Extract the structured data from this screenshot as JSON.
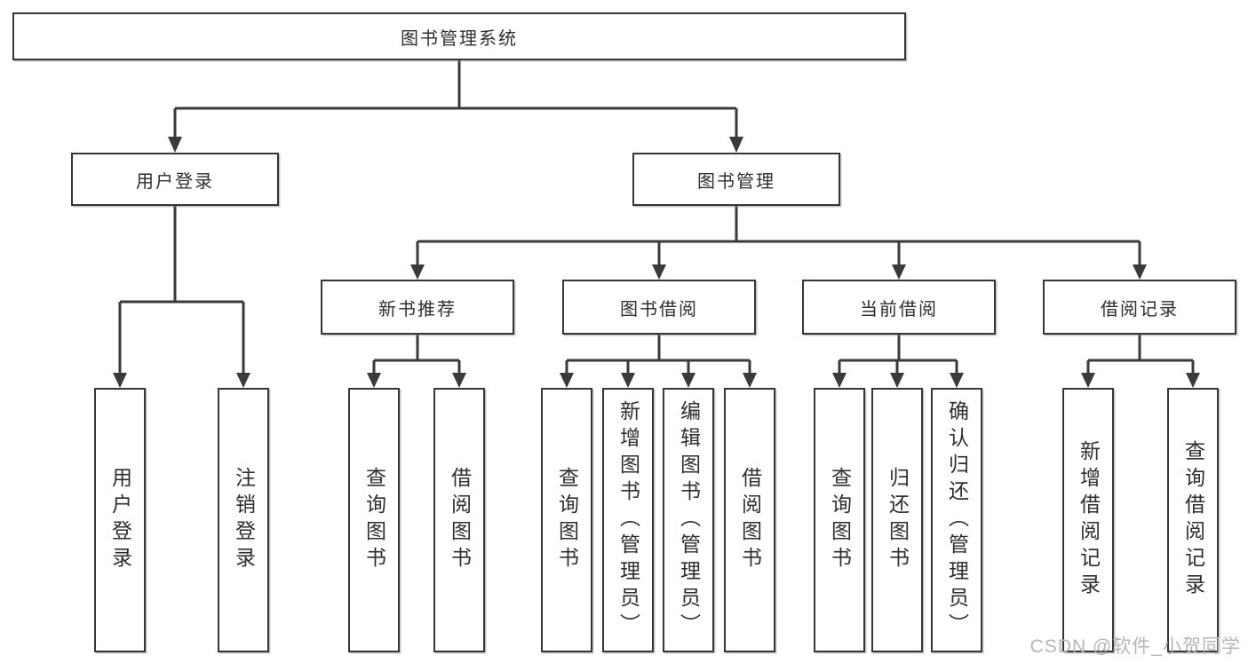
{
  "tree": {
    "root": {
      "label": "图书管理系统"
    },
    "branches": [
      {
        "label": "用户登录",
        "children": [
          "用户登录",
          "注销登录"
        ]
      },
      {
        "label": "图书管理",
        "sections": [
          {
            "label": "新书推荐",
            "children": [
              "查询图书",
              "借阅图书"
            ]
          },
          {
            "label": "图书借阅",
            "children": [
              "查询图书",
              "新增图书（管理员）",
              "编辑图书（管理员）",
              "借阅图书"
            ]
          },
          {
            "label": "当前借阅",
            "children": [
              "查询图书",
              "归还图书",
              "确认归还（管理员）"
            ]
          },
          {
            "label": "借阅记录",
            "children": [
              "新增借阅记录",
              "查询借阅记录"
            ]
          }
        ]
      }
    ]
  },
  "watermark": "CSDN @软件_小贺同学",
  "colors": {
    "line": "#3a3a3a",
    "node_border": "#363636",
    "text": "#2e2e2e",
    "watermark": "#b6b6b6",
    "background": "#ffffff"
  }
}
